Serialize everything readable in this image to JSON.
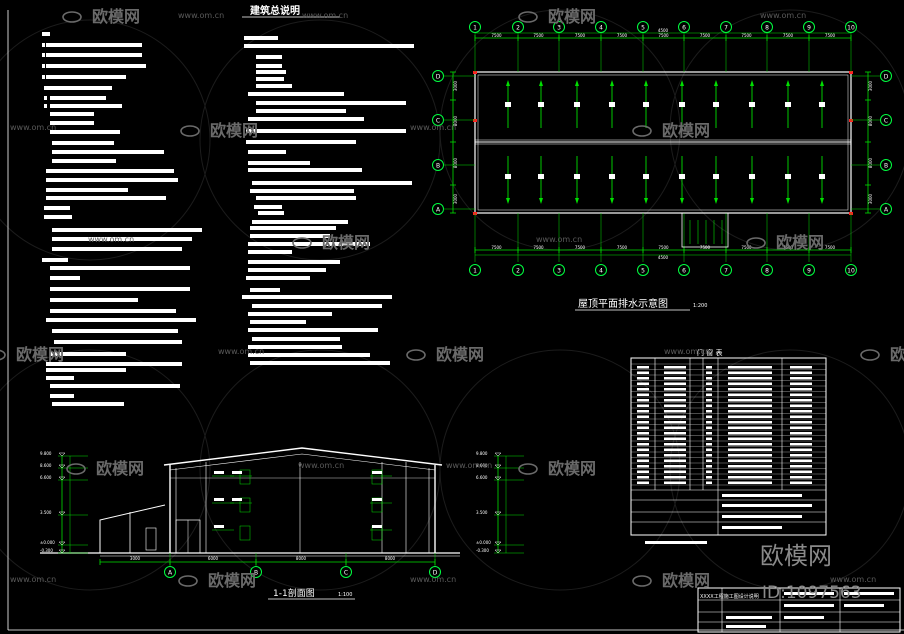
{
  "general_notes": {
    "title": "建筑总说明"
  },
  "roof_plan": {
    "title": "屋顶平面排水示意图",
    "scale": "1:200",
    "axis_x": [
      "1",
      "2",
      "3",
      "4",
      "5",
      "6",
      "7",
      "8",
      "9",
      "10"
    ],
    "axis_y": [
      "D",
      "C",
      "B",
      "A"
    ],
    "bay_dims": [
      "7500",
      "7500",
      "7500",
      "7500",
      "7500",
      "7500",
      "7500",
      "7500",
      "7500"
    ],
    "overall_dim": "4500",
    "span_dims": [
      "3000",
      "8000",
      "8000",
      "3000"
    ]
  },
  "door_window_table": {
    "title": "门 窗 表"
  },
  "section": {
    "title": "1-1剖面图",
    "scale": "1:100",
    "axis_labels": [
      "A",
      "B",
      "C",
      "D"
    ],
    "elevations": [
      "9.800",
      "8.600",
      "6.600",
      "3.500",
      "±0.000",
      "-0.300"
    ],
    "bay_dims": [
      "3000",
      "6000",
      "8000",
      "8000"
    ]
  },
  "title_block": {
    "heading": "XXXX工程施工图设计说明"
  },
  "watermark": {
    "brand": "欧模网",
    "url": "www.om.cn",
    "id_text": "ID:1097563"
  },
  "colors": {
    "background": "#000000",
    "line_white": "#ffffff",
    "line_green": "#00e000",
    "axis_green": "#00ff40",
    "accent_red": "#ff2020",
    "watermark_gray": "#6a6a6a"
  }
}
